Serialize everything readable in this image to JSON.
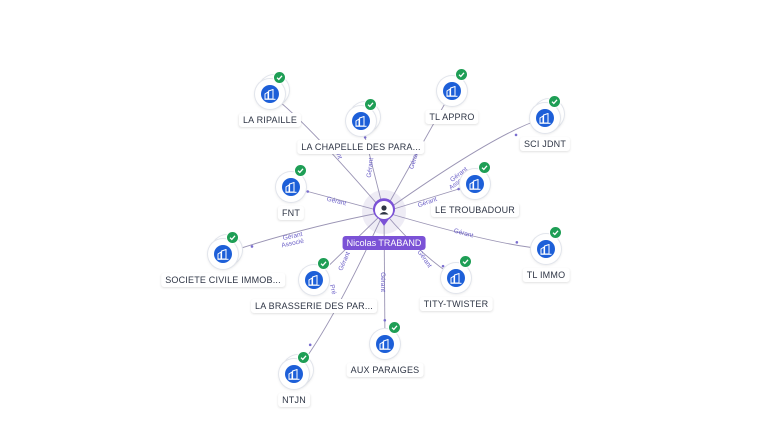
{
  "center": {
    "name": "Nicolas TRABAND",
    "icon": "person-icon"
  },
  "colors": {
    "edge": "#9a94b4",
    "edge_label": "#6b5fc7",
    "center_label_bg": "#7b52d6",
    "company_icon_bg": "#1d5fd8",
    "check_badge": "#1e9e55"
  },
  "nodes": [
    {
      "id": "la-ripaille",
      "label": "LA RIPAILLE",
      "stacked": true,
      "roles": [
        "Gérant"
      ]
    },
    {
      "id": "la-chapelle",
      "label": "LA CHAPELLE DES PARA...",
      "stacked": true,
      "roles": [
        "Gérant"
      ]
    },
    {
      "id": "tl-appro",
      "label": "TL APPRO",
      "stacked": false,
      "roles": [
        "Gérant"
      ]
    },
    {
      "id": "sci-jdnt",
      "label": "SCI JDNT",
      "stacked": true,
      "roles": [
        "Gérant",
        "Associé"
      ]
    },
    {
      "id": "fnt",
      "label": "FNT",
      "stacked": false,
      "roles": [
        "Gérant"
      ]
    },
    {
      "id": "le-troubadour",
      "label": "LE TROUBADOUR",
      "stacked": false,
      "roles": [
        "Gérant"
      ]
    },
    {
      "id": "societe-civile",
      "label": "SOCIETE CIVILE IMMOB...",
      "stacked": true,
      "roles": [
        "Gérant",
        "Associé"
      ]
    },
    {
      "id": "tl-immo",
      "label": "TL IMMO",
      "stacked": false,
      "roles": [
        "Gérant"
      ]
    },
    {
      "id": "la-brasserie",
      "label": "LA BRASSERIE DES PAR...",
      "stacked": false,
      "roles": [
        "Gérant"
      ]
    },
    {
      "id": "tity-twister",
      "label": "TITY-TWISTER",
      "stacked": false,
      "roles": [
        "Gérant"
      ]
    },
    {
      "id": "aux-paraiges",
      "label": "AUX PARAIGES",
      "stacked": false,
      "roles": [
        "Gérant"
      ]
    },
    {
      "id": "ntjn",
      "label": "NTJN",
      "stacked": true,
      "roles": [
        "Pré"
      ]
    }
  ],
  "node_icon": "building-icon",
  "badge_icon": "check-icon"
}
